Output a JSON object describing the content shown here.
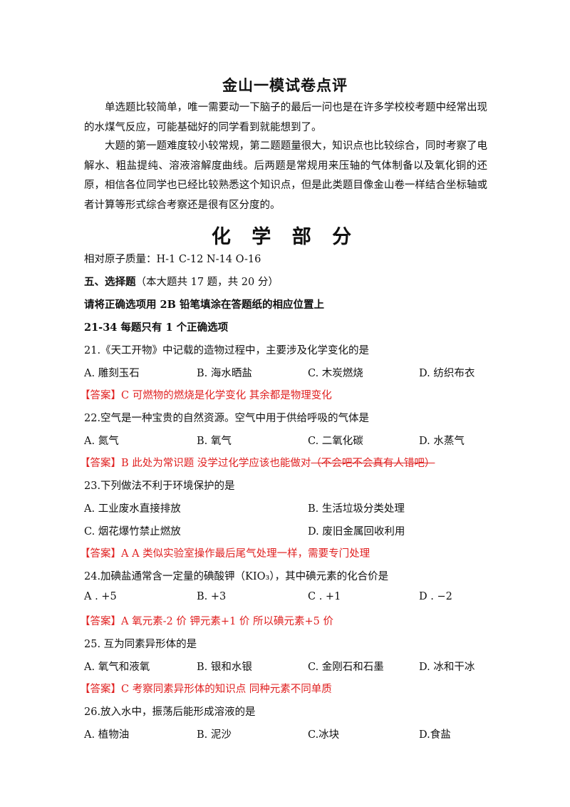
{
  "review_title": "金山一模试卷点评",
  "review_para1": "单选题比较简单，唯一需要动一下脑子的最后一问也是在许多学校校考题中经常出现的水煤气反应，可能基础好的同学看到就能想到了。",
  "review_para2": "大题的第一题难度较小较常规，第二题题量很大，知识点也比较综合，同时考察了电解水、粗盐提纯、溶液溶解度曲线。后两题是常规用来压轴的气体制备以及氧化铜的还原，相信各位同学也已经比较熟悉这个知识点，但是此类题目像金山卷一样结合坐标轴或者计算等形式综合考察还是很有区分度的。",
  "section_title": "化 学 部 分",
  "atomic_mass": "相对原子质量：H-1    C-12     N-14    O-16",
  "part5_bold": "五、选择题",
  "part5_rest": "（本大题共 17 题，共 20 分）",
  "instruction1": "请将正确选项用 2B 铅笔填涂在答题纸的相应位置上",
  "instruction2": "21-34 每题只有 1 个正确选项",
  "questions": [
    {
      "stem": "21.《天工开物》中记载的造物过程中，主要涉及化学变化的是",
      "options": [
        "A.  雕刻玉石",
        "B.  海水晒盐",
        "C.  木炭燃烧",
        "D.  纺织布衣"
      ],
      "answer": "【答案】C    可燃物的燃烧是化学变化  其余都是物理变化",
      "answer_strike": ""
    },
    {
      "stem": "22.空气是一种宝贵的自然资源。空气中用于供给呼吸的气体是",
      "options": [
        "A.  氮气",
        "B.  氧气",
        "C.  二氧化碳",
        "D.  水蒸气"
      ],
      "answer": "【答案】B   此处为常识题  没学过化学应该也能做对",
      "answer_strike": "（不会吧不会真有人错吧）"
    },
    {
      "stem": "23.下列做法不利于环境保护的是",
      "options": [
        "A.  工业废水直接排放",
        "B.  生活垃圾分类处理",
        "C.  烟花爆竹禁止燃放",
        "D.  废旧金属回收利用"
      ],
      "answer": "【答案】A   A 类似实验室操作最后尾气处理一样，需要专门处理",
      "answer_strike": ""
    },
    {
      "stem": "24.加碘盐通常含一定量的碘酸钾（KIO₃），其中碘元素的化合价是",
      "options": [
        "A . +5",
        "B.  +3",
        "C . +1",
        "D . −2"
      ],
      "answer": "【答案】A  氧元素-2 价  钾元素+1 价  所以碘元素+5 价",
      "answer_strike": ""
    },
    {
      "stem": "25. 互为同素异形体的是",
      "options": [
        "A.  氧气和液氧",
        "B.  银和水银",
        "C.  金刚石和石墨",
        "D.  冰和干冰"
      ],
      "answer": "【答案】C   考察同素异形体的知识点  同种元素不同单质",
      "answer_strike": ""
    },
    {
      "stem": "26.放入水中，振荡后能形成溶液的是",
      "options": [
        "A.  植物油",
        "B.  泥沙",
        "C.冰块",
        "D.食盐"
      ],
      "answer": "",
      "answer_strike": ""
    }
  ]
}
